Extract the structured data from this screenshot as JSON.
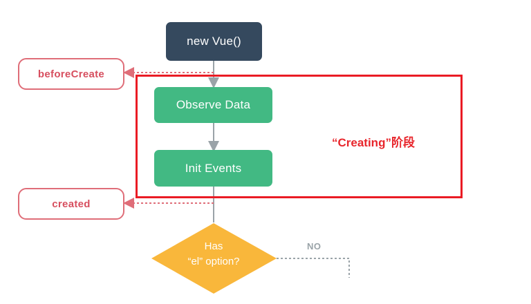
{
  "nodes": {
    "new_vue": "new Vue()",
    "observe_data": "Observe Data",
    "init_events": "Init Events",
    "has_option_line1": "Has",
    "has_option_line2": "“el” option?"
  },
  "hooks": {
    "before_create": "beforeCreate",
    "created": "created"
  },
  "branch_labels": {
    "no": "NO"
  },
  "annotation": {
    "caption": "“Creating”阶段"
  },
  "colors": {
    "dark_node": "#35495e",
    "green_node": "#42b983",
    "decision": "#f9b73b",
    "hook_border": "#df6d78",
    "highlight_frame": "#ea1b24"
  }
}
